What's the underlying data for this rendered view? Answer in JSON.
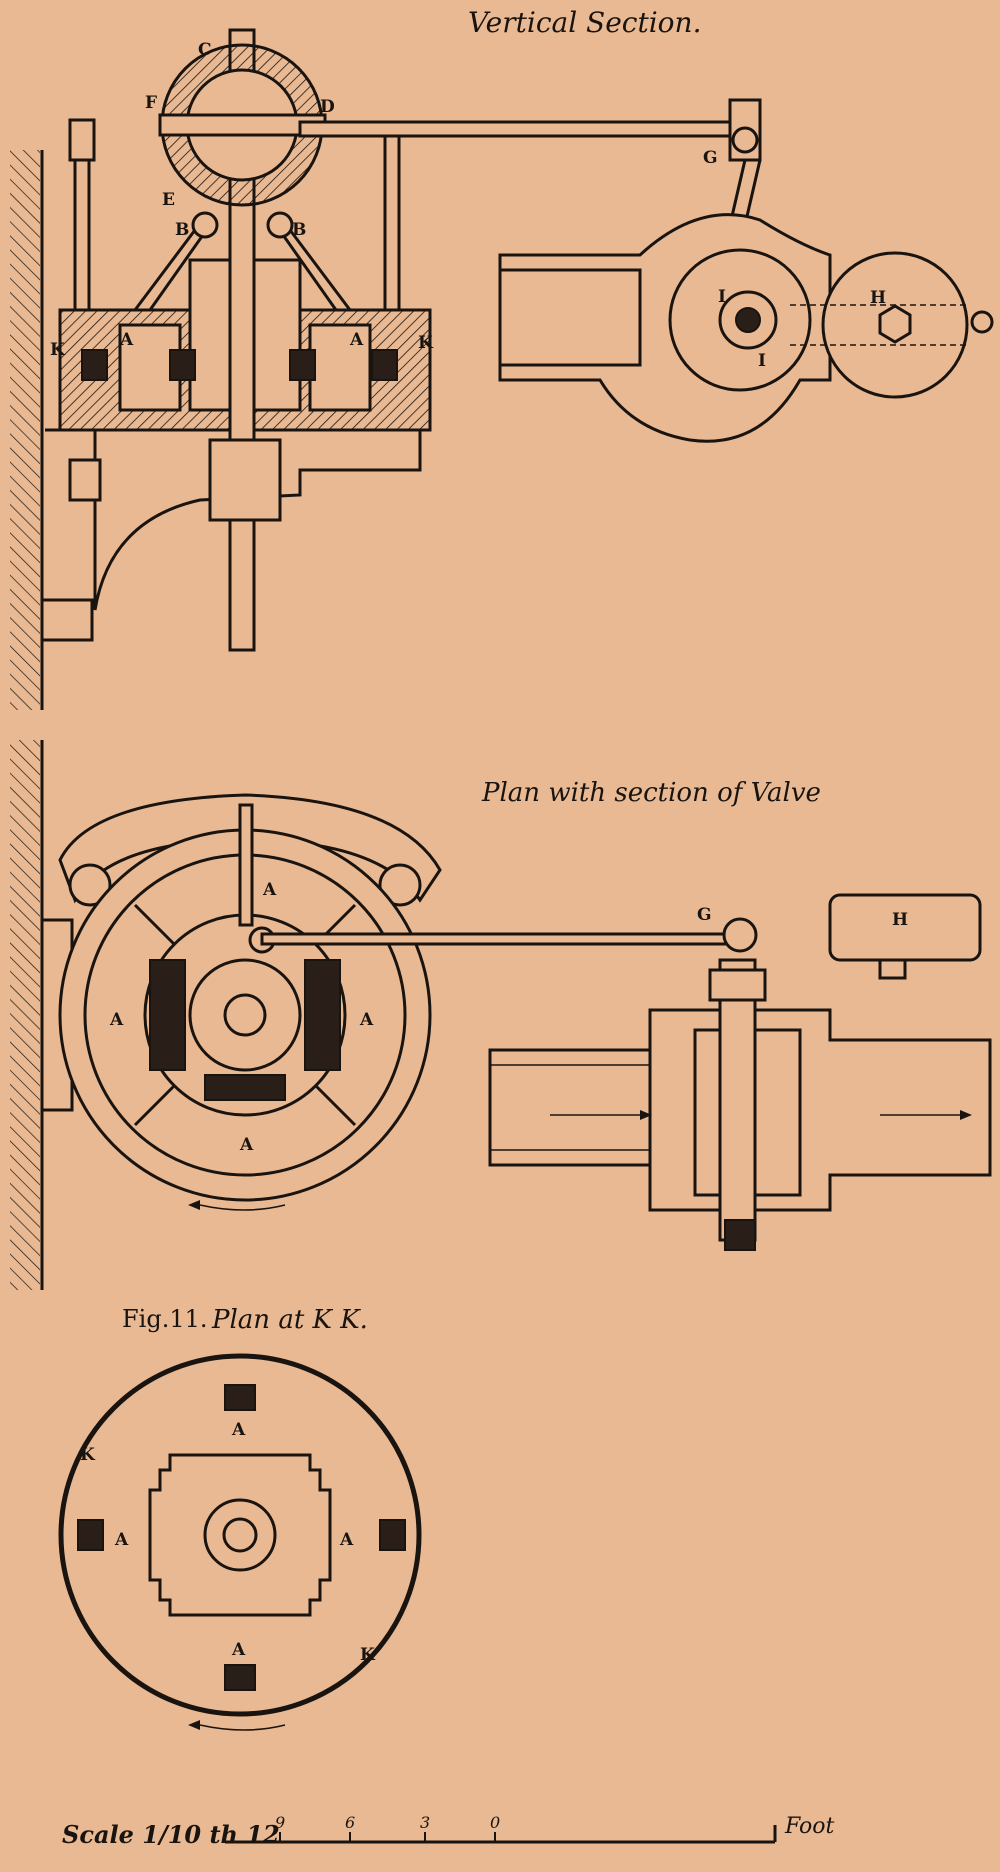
{
  "captions": {
    "vertical_section": "Vertical Section.",
    "plan_valve": "Plan with section of Valve",
    "fig_label": "Fig.11.",
    "fig_title": "Plan at K K.",
    "scale_label": "Scale 1/10 th 12",
    "scale_unit": "Foot"
  },
  "scale_ticks": [
    "9",
    "6",
    "3",
    "0"
  ],
  "labels": {
    "C": "C",
    "D": "D",
    "E": "E",
    "F": "F",
    "G": "G",
    "H": "H",
    "I": "I",
    "A": "A",
    "B": "B",
    "K": "K"
  },
  "colors": {
    "paper": "#e8b992",
    "ink": "#1a1410"
  }
}
